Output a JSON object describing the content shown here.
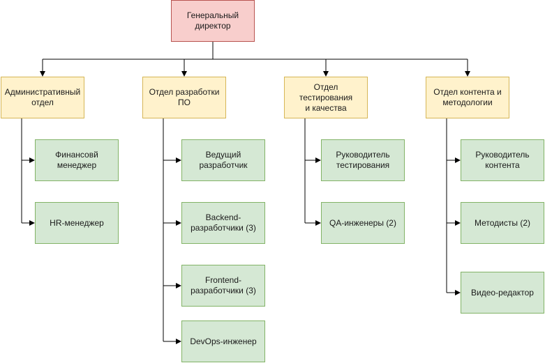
{
  "ceo": {
    "label": "Генеральный\nдиректор"
  },
  "departments": [
    {
      "label": "Административный\nотдел",
      "roles": [
        "Финансовй\nменеджер",
        "HR-менеджер"
      ]
    },
    {
      "label": "Отдел разработки\nПО",
      "roles": [
        "Ведущий\nразработчик",
        "Backend-\nразработчики (3)",
        "Frontend-\nразработчики (3)",
        "DevOps-инженер"
      ]
    },
    {
      "label": "Отдел тестирования\nи качества",
      "roles": [
        "Руководитель\nтестирования",
        "QA-инженеры (2)"
      ]
    },
    {
      "label": "Отдел контента и\nметодологии",
      "roles": [
        "Руководитель\nконтента",
        "Методисты (2)",
        "Видео-редактор"
      ]
    }
  ],
  "colors": {
    "ceo_fill": "#f8cecc",
    "ceo_border": "#b85450",
    "dept_fill": "#fff2cc",
    "dept_border": "#d6b656",
    "role_fill": "#d5e8d4",
    "role_border": "#82b366",
    "connector": "#000000"
  }
}
